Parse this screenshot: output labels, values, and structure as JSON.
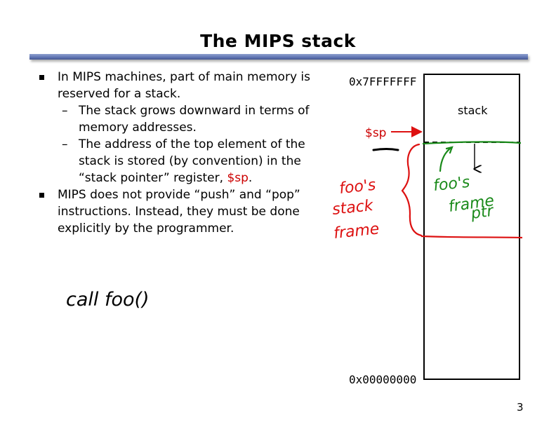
{
  "slide": {
    "title": "The MIPS stack",
    "page_number": "3"
  },
  "bullets": {
    "b1": {
      "line1": "In MIPS machines, part of main memory is",
      "line2": "reserved for a stack."
    },
    "b1_sub1": {
      "dash": "–",
      "line1": "The stack grows downward in terms of",
      "line2": "memory addresses."
    },
    "b1_sub2": {
      "dash": "–",
      "line1": "The address of the top element of the",
      "line2": "stack is stored (by convention) in the",
      "line3_before": "“stack pointer” register, ",
      "line3_reg": "$sp",
      "line3_after": "."
    },
    "b2": {
      "line1": "MIPS does not provide “push” and “pop”",
      "line2": "instructions. Instead, they must be done",
      "line3": "explicitly by the programmer."
    }
  },
  "diagram": {
    "top_address": "0x7FFFFFFF",
    "bottom_address": "0x00000000",
    "stack_label": "stack",
    "sp_label": "$sp"
  },
  "annotations": {
    "call_foo": "call foo()",
    "foos_stack_frame_1": "foo's",
    "foos_stack_frame_2": "stack",
    "foos_stack_frame_3": "frame",
    "frame_ptr_1": "foo's",
    "frame_ptr_2": "frame",
    "frame_ptr_3": "ptr"
  },
  "colors": {
    "title_bar": "#5f74b3",
    "register_red": "#cc0000",
    "ink_red": "#dd1111",
    "ink_green": "#1a8a1a"
  }
}
